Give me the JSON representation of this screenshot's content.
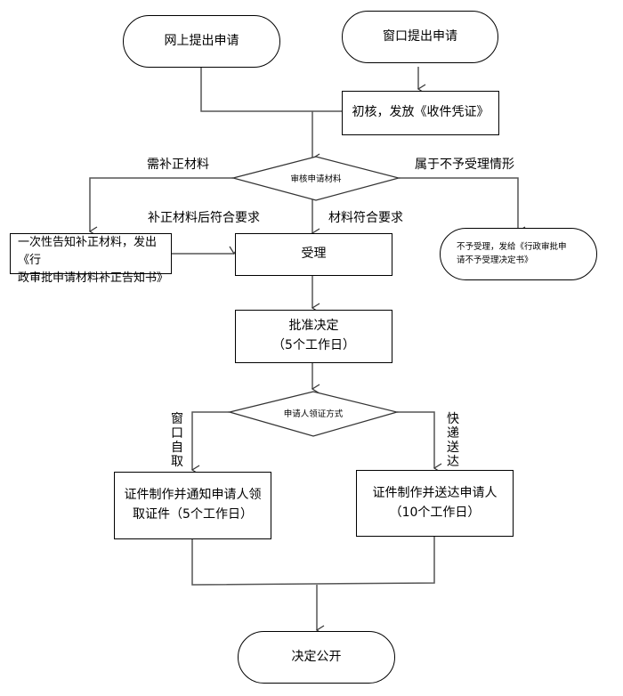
{
  "flowchart": {
    "nodes": {
      "online_apply": "网上提出申请",
      "window_apply": "窗口提出申请",
      "initial_check": "初核，发放《收件凭证》",
      "review_materials": "审核申请材料",
      "supplement_notice": [
        "一次性告知补正材料，发出《行",
        "政审批申请材料补正告知书》"
      ],
      "reject": [
        "不予受理，发给《行政审批申",
        "请不予受理决定书》"
      ],
      "accept": "受理",
      "approve": [
        "批准决定",
        "（5个工作日）"
      ],
      "pickup_method": "申请人领证方式",
      "notify_pickup": [
        "证件制作并通知申请人领",
        "取证件（5个工作日）"
      ],
      "deliver": [
        "证件制作并送达申请人",
        "（10个工作日）"
      ],
      "publish": "决定公开"
    },
    "edge_labels": {
      "need_supplement": "需补正材料",
      "not_accepted_case": "属于不予受理情形",
      "after_supplement_ok": "补正材料后符合要求",
      "materials_ok": "材料符合要求",
      "window_self_pickup": "窗口自取",
      "express_delivery": "快递送达"
    }
  }
}
